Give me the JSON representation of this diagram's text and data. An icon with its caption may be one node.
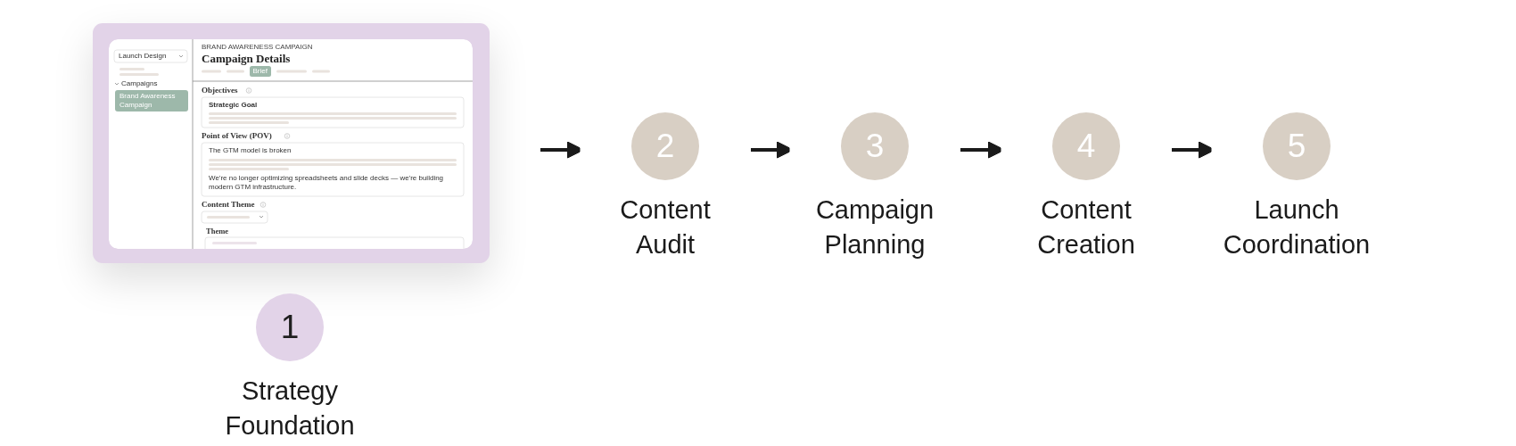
{
  "diagram": {
    "nodes": [
      {
        "text": [
          "Launch Design",
          "Campaigns",
          "Brand Awareness Campaign",
          "BRAND AWARENESS CAMPAIGN",
          "Campaign Details",
          "Brief",
          "Objectives",
          "Strategic Goal",
          "Point of View (POV)",
          "The GTM model is broken",
          "We're no longer optimizing spreadsheets and slide decks — we're building modern GTM infrastructure.",
          "Content Theme",
          "Theme"
        ]
      },
      {
        "text": [
          "1",
          "Strategy Foundation"
        ]
      },
      {
        "text": [
          "2",
          "Content Audit"
        ]
      },
      {
        "text": [
          "3",
          "Campaign Planning"
        ]
      },
      {
        "text": [
          "4",
          "Content Creation"
        ]
      },
      {
        "text": [
          "5",
          "Launch Coordination"
        ]
      }
    ],
    "edges": [
      {
        "from": 0,
        "to": 2,
        "arrow": "to"
      },
      {
        "from": 2,
        "to": 3,
        "arrow": "to"
      },
      {
        "from": 3,
        "to": 4,
        "arrow": "to"
      },
      {
        "from": 4,
        "to": 5,
        "arrow": "to"
      }
    ]
  }
}
